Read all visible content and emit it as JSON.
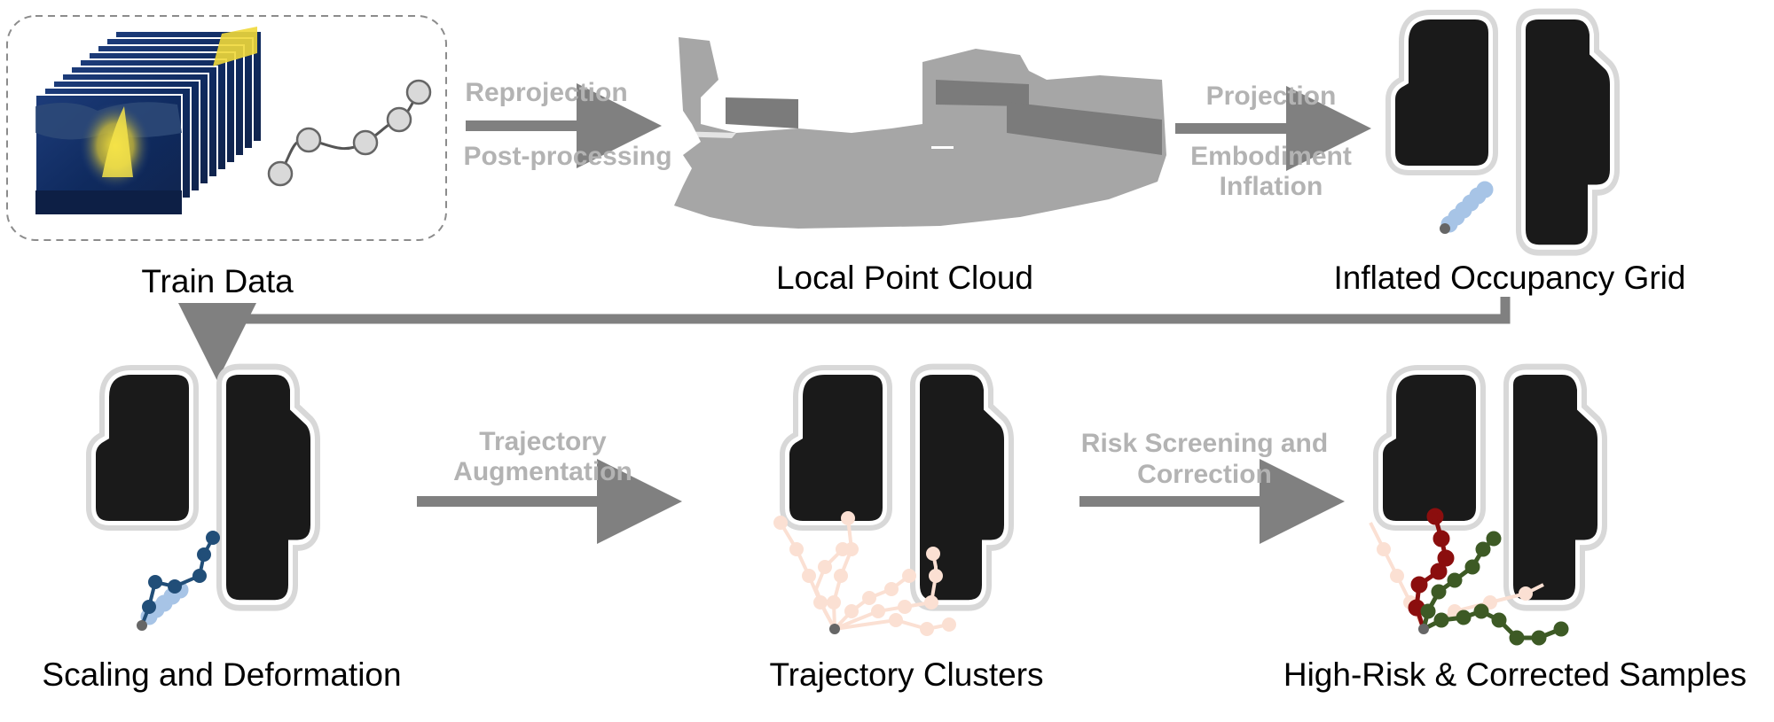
{
  "captions": {
    "train_data": "Train Data",
    "local_point_cloud": "Local Point Cloud",
    "inflated_grid": "Inflated Occupancy Grid",
    "scaling": "Scaling and Deformation",
    "clusters": "Trajectory Clusters",
    "high_risk": "High-Risk & Corrected Samples"
  },
  "arrows": {
    "reprojection": "Reprojection",
    "post_processing": "Post-processing",
    "projection": "Projection",
    "embodiment": "Embodiment",
    "inflation": "Inflation",
    "traj_aug_1": "Trajectory",
    "traj_aug_2": "Augmentation",
    "risk_1": "Risk Screening and",
    "risk_2": "Correction"
  },
  "colors": {
    "arrow": "#808080",
    "arrow_label": "#b3b3b3",
    "obstacle": "#1a1a1a",
    "inflation": "#d8d8d8",
    "original_traj": "#a7c4e6",
    "deformed_traj": "#214e78",
    "cluster_traj": "#fbe0d3",
    "high_risk_traj": "#8b0e0e",
    "corrected_traj": "#3d5a25",
    "start_point": "#666666"
  }
}
